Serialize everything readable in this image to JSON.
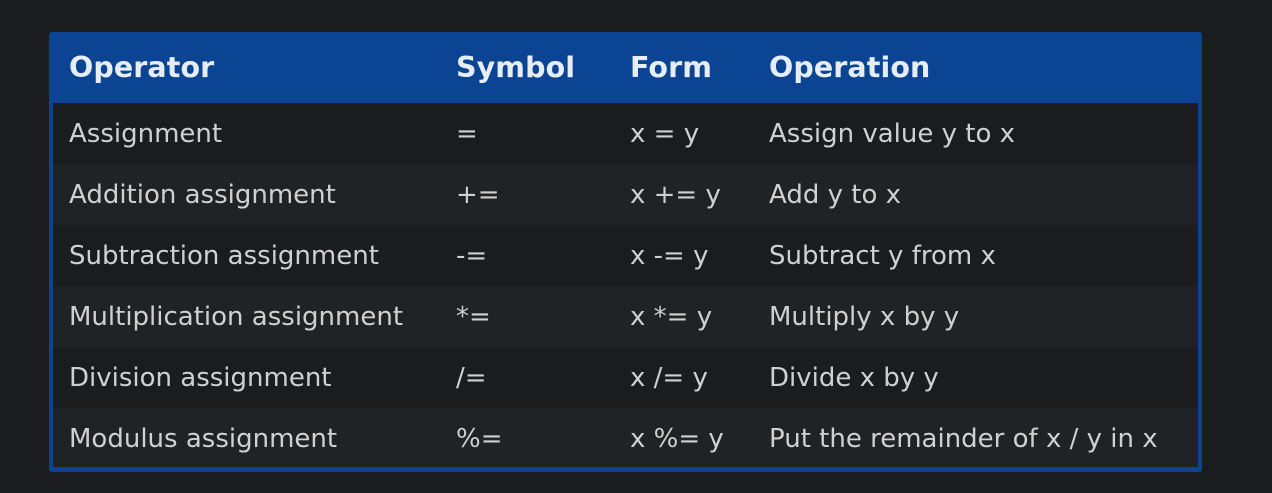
{
  "table": {
    "headers": [
      "Operator",
      "Symbol",
      "Form",
      "Operation"
    ],
    "rows": [
      [
        "Assignment",
        "=",
        "x = y",
        "Assign value y to x"
      ],
      [
        "Addition assignment",
        "+=",
        "x += y",
        "Add y to x"
      ],
      [
        "Subtraction assignment",
        "-=",
        "x -= y",
        "Subtract y from x"
      ],
      [
        "Multiplication assignment",
        "*=",
        "x *= y",
        "Multiply x by y"
      ],
      [
        "Division assignment",
        "/=",
        "x /= y",
        "Divide x by y"
      ],
      [
        "Modulus assignment",
        "%=",
        "x %= y",
        "Put the remainder of x / y in x"
      ]
    ]
  },
  "colors": {
    "header_bg": "#0a4492",
    "header_text": "#e6edf5",
    "row_bg": "#1b1c1e",
    "row_alt_bg": "#202325",
    "cell_text": "#d0d0d0"
  }
}
